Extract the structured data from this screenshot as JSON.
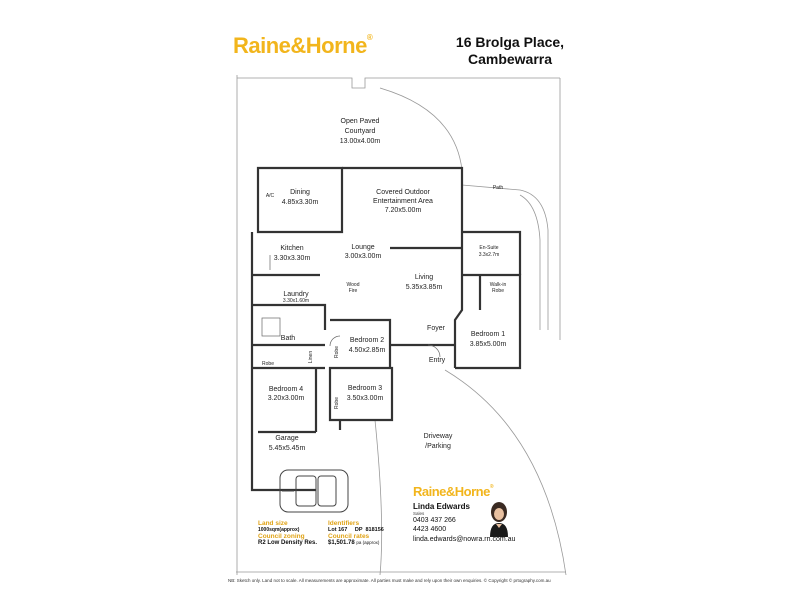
{
  "brand": {
    "name": "Raine&Horne",
    "mark": "®",
    "color": "#f2b51c"
  },
  "address": {
    "line1": "16 Brolga Place,",
    "line2": "Cambewarra"
  },
  "rooms": {
    "courtyard": {
      "name1": "Open Paved",
      "name2": "Courtyard",
      "size": "13.00x4.00m"
    },
    "dining": {
      "name": "Dining",
      "size": "4.85x3.30m"
    },
    "ac": "A/C",
    "covered": {
      "name1": "Covered Outdoor",
      "name2": "Entertainment Area",
      "size": "7.20x5.00m"
    },
    "path": "Path",
    "kitchen": {
      "name": "Kitchen",
      "size": "3.30x3.30m"
    },
    "lounge": {
      "name": "Lounge",
      "size": "3.00x3.00m"
    },
    "ensuite": {
      "name": "En-Suite",
      "size": "3.3x2.7m"
    },
    "living": {
      "name": "Living",
      "size": "5.35x3.85m"
    },
    "woodfire": {
      "line1": "Wood",
      "line2": "Fire"
    },
    "laundry": {
      "name": "Laundry",
      "size": "3.30x1.60m"
    },
    "walkin": {
      "line1": "Walk-in",
      "line2": "Robe"
    },
    "bath": "Bath",
    "foyer": "Foyer",
    "bedroom1": {
      "name": "Bedroom 1",
      "size": "3.85x5.00m"
    },
    "bedroom2": {
      "name": "Bedroom 2",
      "size": "4.50x2.85m"
    },
    "linen": "Linen",
    "robe": "Robe",
    "entry": "Entry",
    "bedroom3": {
      "name": "Bedroom 3",
      "size": "3.50x3.00m"
    },
    "bedroom4": {
      "name": "Bedroom 4",
      "size": "3.20x3.00m"
    },
    "driveway": {
      "name1": "Driveway",
      "name2": "/Parking"
    },
    "garage": {
      "name": "Garage",
      "size": "5.45x5.45m"
    }
  },
  "property_info": {
    "land_size_label": "Land size",
    "land_size_value": "1000sqm(approx)",
    "zoning_label": "Council zoning",
    "zoning_value": "R2 Low Density Res.",
    "identifiers_label": "Identifiers",
    "identifiers_value": "Lot 167     DP  818156",
    "rates_label": "Council rates",
    "rates_value": "$1,501.78",
    "rates_note": "pa (approx)"
  },
  "agent": {
    "name": "Linda Edwards",
    "title": "Sales",
    "mobile": "0403 437 266",
    "phone": "4423 4600",
    "email": "linda.edwards@nowra.rh.com.au"
  },
  "footer": "NB: Sketch only. Land not to scale. All measurements are approximate. All parties must make and rely upon their own enquiries.  © Copyright ©  prtography.com.au"
}
